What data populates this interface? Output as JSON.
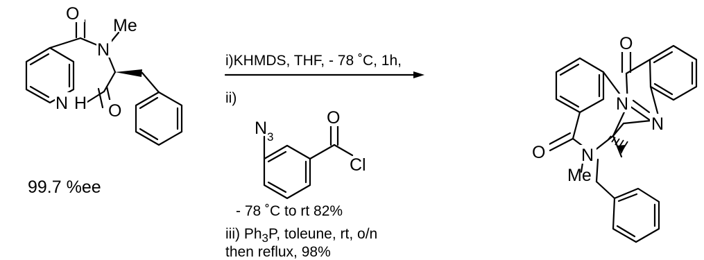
{
  "starting_material": {
    "atoms": {
      "o_top": "O",
      "n4": "N",
      "me": "Me",
      "nh_n": "N",
      "nh_h": "H",
      "o_bottom": "O"
    },
    "ee_label": "99.7 %ee"
  },
  "reagent": {
    "azide_n": "N",
    "azide_sub": "3",
    "o": "O",
    "cl": "Cl"
  },
  "conditions": {
    "step1": "i)KHMDS, THF, - 78 ˚C, 1h,",
    "step2": "ii)",
    "step2_after": "- 78 ˚C to rt 82%",
    "step3_pre": "iii) Ph",
    "step3_sub": "3",
    "step3_post": "P, toleune, rt, o/n",
    "step3_line2": "then reflux, 98%"
  },
  "product": {
    "atoms": {
      "o_top": "O",
      "n_ring": "N",
      "n_imine": "N",
      "o_left": "O",
      "n_amide": "N",
      "me": "Me"
    }
  }
}
